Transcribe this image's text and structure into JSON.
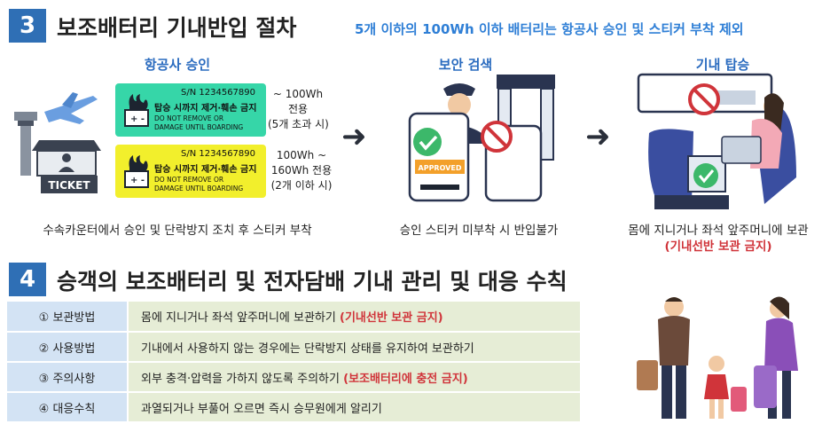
{
  "section3": {
    "number": "3",
    "title": "보조배터리 기내반입 절차",
    "subtitle": "5개 이하의 100Wh 이하 배터리는 항공사 승인 및 스티커 부착 제외"
  },
  "steps": [
    {
      "heading": "항공사 승인",
      "caption": "수속카운터에서 승인 및 단락방지 조치 후 스티커 부착",
      "extra": "",
      "ticket": "TICKET"
    },
    {
      "heading": "보안 검색",
      "caption": "승인 스티커 미부착 시 반입불가",
      "extra": "",
      "stamp": "APPROVED"
    },
    {
      "heading": "기내 탑승",
      "caption": "몸에 지니거나 좌석 앞주머니에 보관",
      "extra": "(기내선반 보관 금지)"
    }
  ],
  "stickers": [
    {
      "serial": "S/N  1234567890",
      "warning": "탑승 시까지 제거·훼손 금지",
      "notice_line1": "DO NOT REMOVE OR",
      "notice_line2": "DAMAGE UNTIL BOARDING",
      "range_line1": "~ 100Wh",
      "range_line2": "전용",
      "range_line3": "(5개 초과 시)",
      "color": "#36d6a8"
    },
    {
      "serial": "S/N  1234567890",
      "warning": "탑승 시까지 제거·훼손 금지",
      "notice_line1": "DO NOT REMOVE OR",
      "notice_line2": "DAMAGE UNTIL BOARDING",
      "range_line1": "100Wh  ~",
      "range_line2": "160Wh 전용",
      "range_line3": "(2개 이하 시)",
      "color": "#f2ef2c"
    }
  ],
  "section4": {
    "number": "4",
    "title": "승객의 보조배터리 및 전자담배 기내 관리 및 대응 수칙"
  },
  "rules": [
    {
      "label": "① 보관방법",
      "text": "몸에 지니거나 좌석 앞주머니에 보관하기",
      "red": "(기내선반 보관 금지)"
    },
    {
      "label": "② 사용방법",
      "text": "기내에서 사용하지 않는 경우에는 단락방지 상태를 유지하여 보관하기",
      "red": ""
    },
    {
      "label": "③ 주의사항",
      "text": "외부 충격·압력을 가하지 않도록 주의하기",
      "red": "(보조배터리에 충전 금지)"
    },
    {
      "label": "④ 대응수칙",
      "text": "과열되거나 부풀어 오르면 즉시 승무원에게 알리기",
      "red": ""
    }
  ],
  "colors": {
    "accent": "#2f6fb5",
    "warning_red": "#d0343a",
    "subtitle_blue": "#2f7fd6"
  }
}
